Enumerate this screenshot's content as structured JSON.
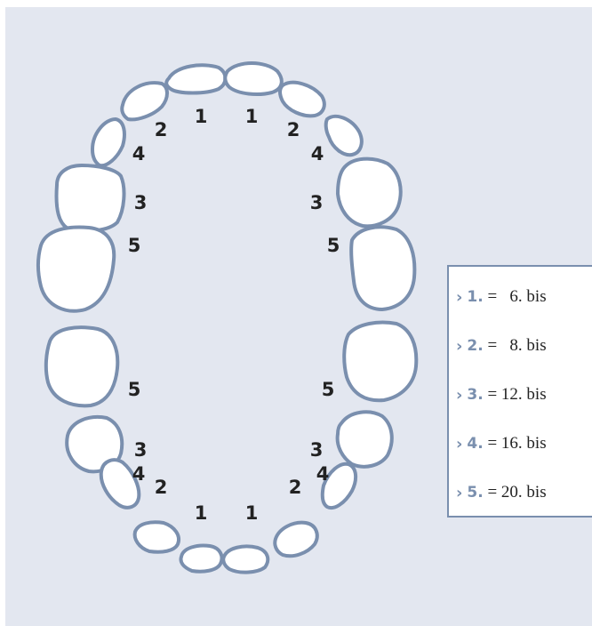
{
  "diagram": {
    "colors": {
      "background": "#e3e7f0",
      "tooth_outline": "#7a8fae",
      "tooth_fill": "#ffffff",
      "legend_accent": "#7a8fae",
      "label_text": "#222222"
    },
    "tooth_labels": {
      "t1": "1",
      "t2": "2",
      "t3": "3",
      "t4": "4",
      "t5": "5"
    }
  },
  "legend": {
    "arrow_glyph": "›",
    "items": [
      {
        "number": "1.",
        "value": " =   6. bis"
      },
      {
        "number": "2.",
        "value": " =   8. bis"
      },
      {
        "number": "3.",
        "value": " = 12. bis"
      },
      {
        "number": "4.",
        "value": " = 16. bis"
      },
      {
        "number": "5.",
        "value": " = 20. bis"
      }
    ]
  }
}
